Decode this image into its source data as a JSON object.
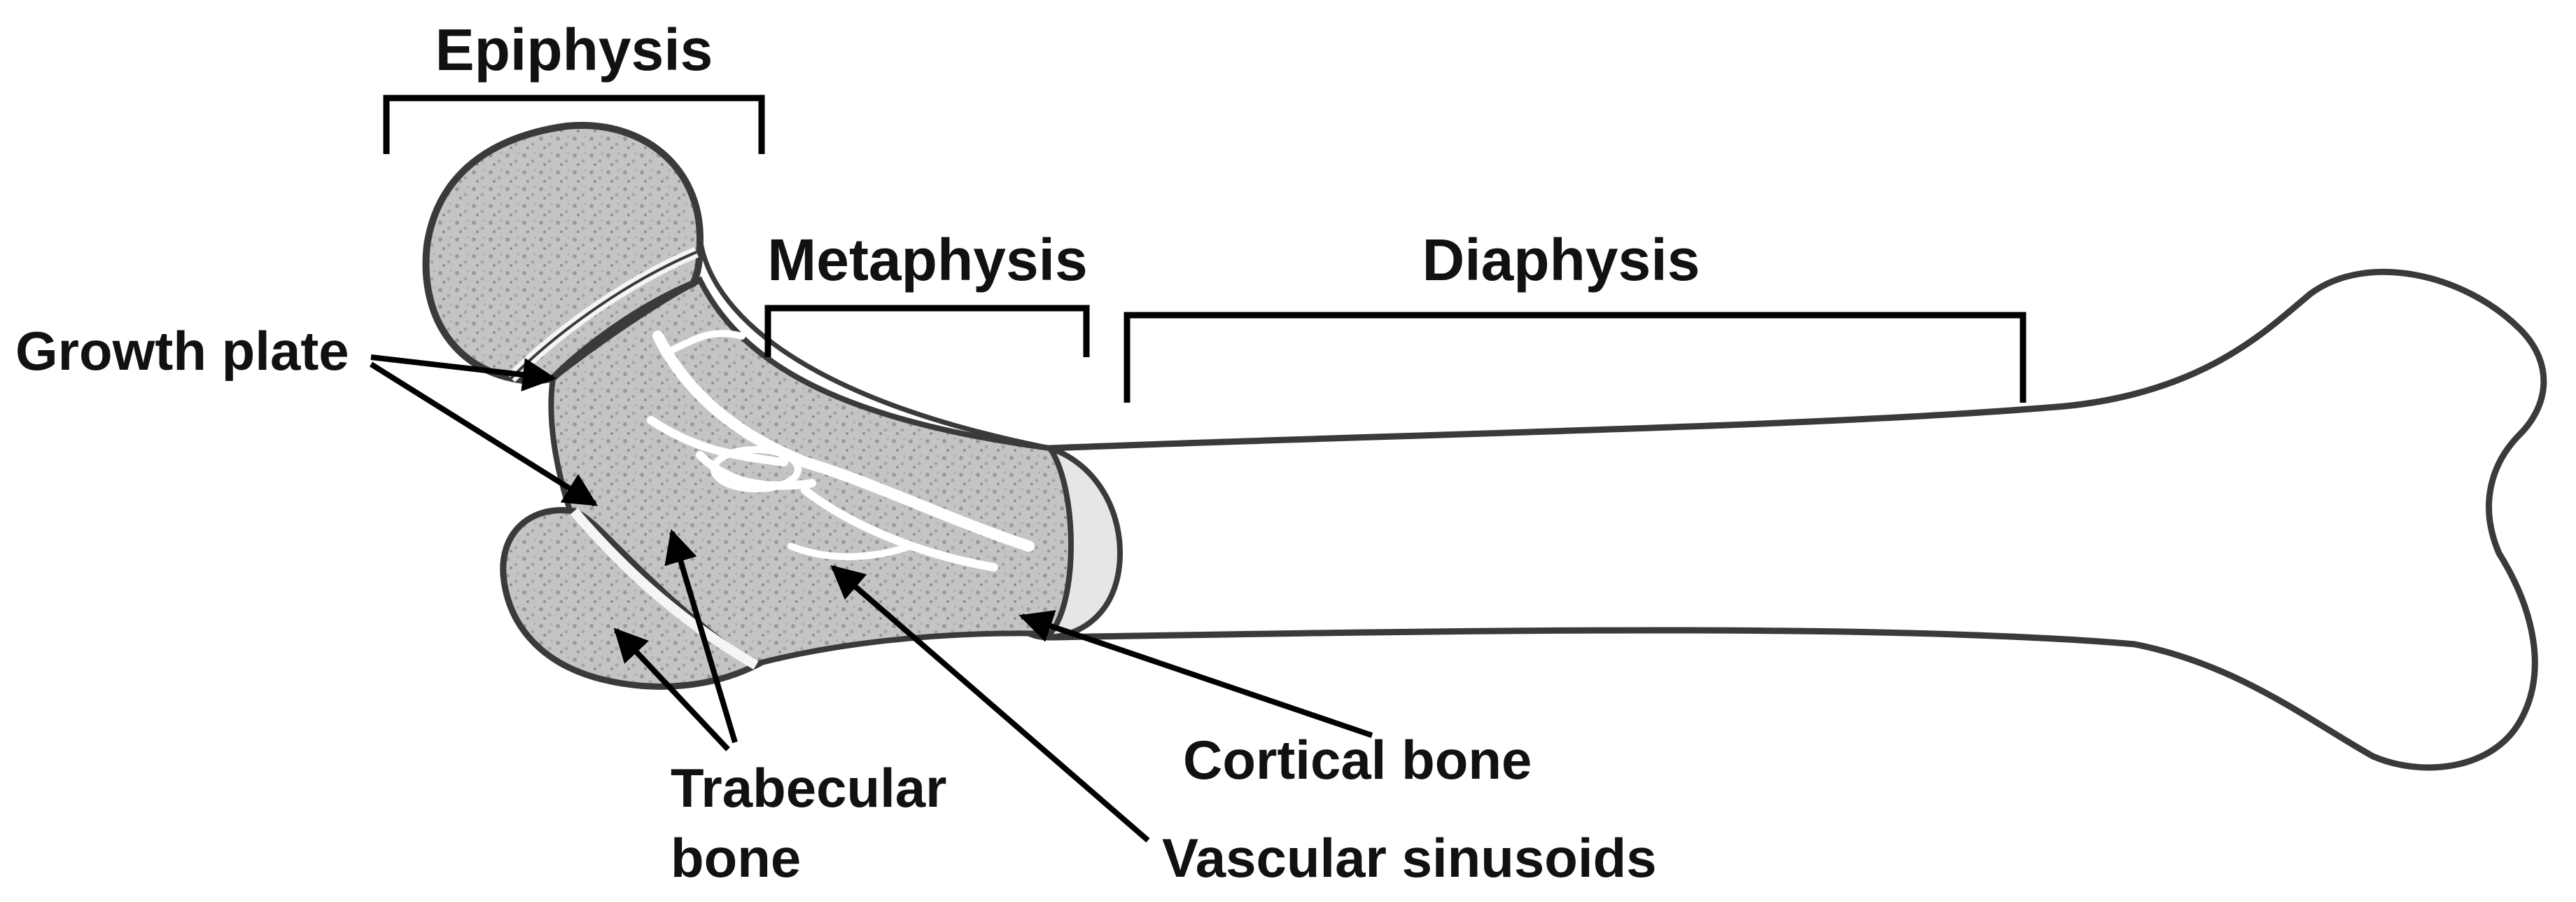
{
  "labels": {
    "epiphysis": "Epiphysis",
    "metaphysis": "Metaphysis",
    "diaphysis": "Diaphysis",
    "growth_plate": "Growth plate",
    "trabecular_line1": "Trabecular",
    "trabecular_line2": "bone",
    "cortical_bone": "Cortical bone",
    "vascular_sinusoids": "Vascular sinusoids"
  },
  "colors": {
    "outline": "#3a3a3a",
    "spongy_fill": "#bdbdbd",
    "cortical_fill": "#e6e6e6",
    "shaft_fill": "#ffffff",
    "text": "#111111"
  }
}
